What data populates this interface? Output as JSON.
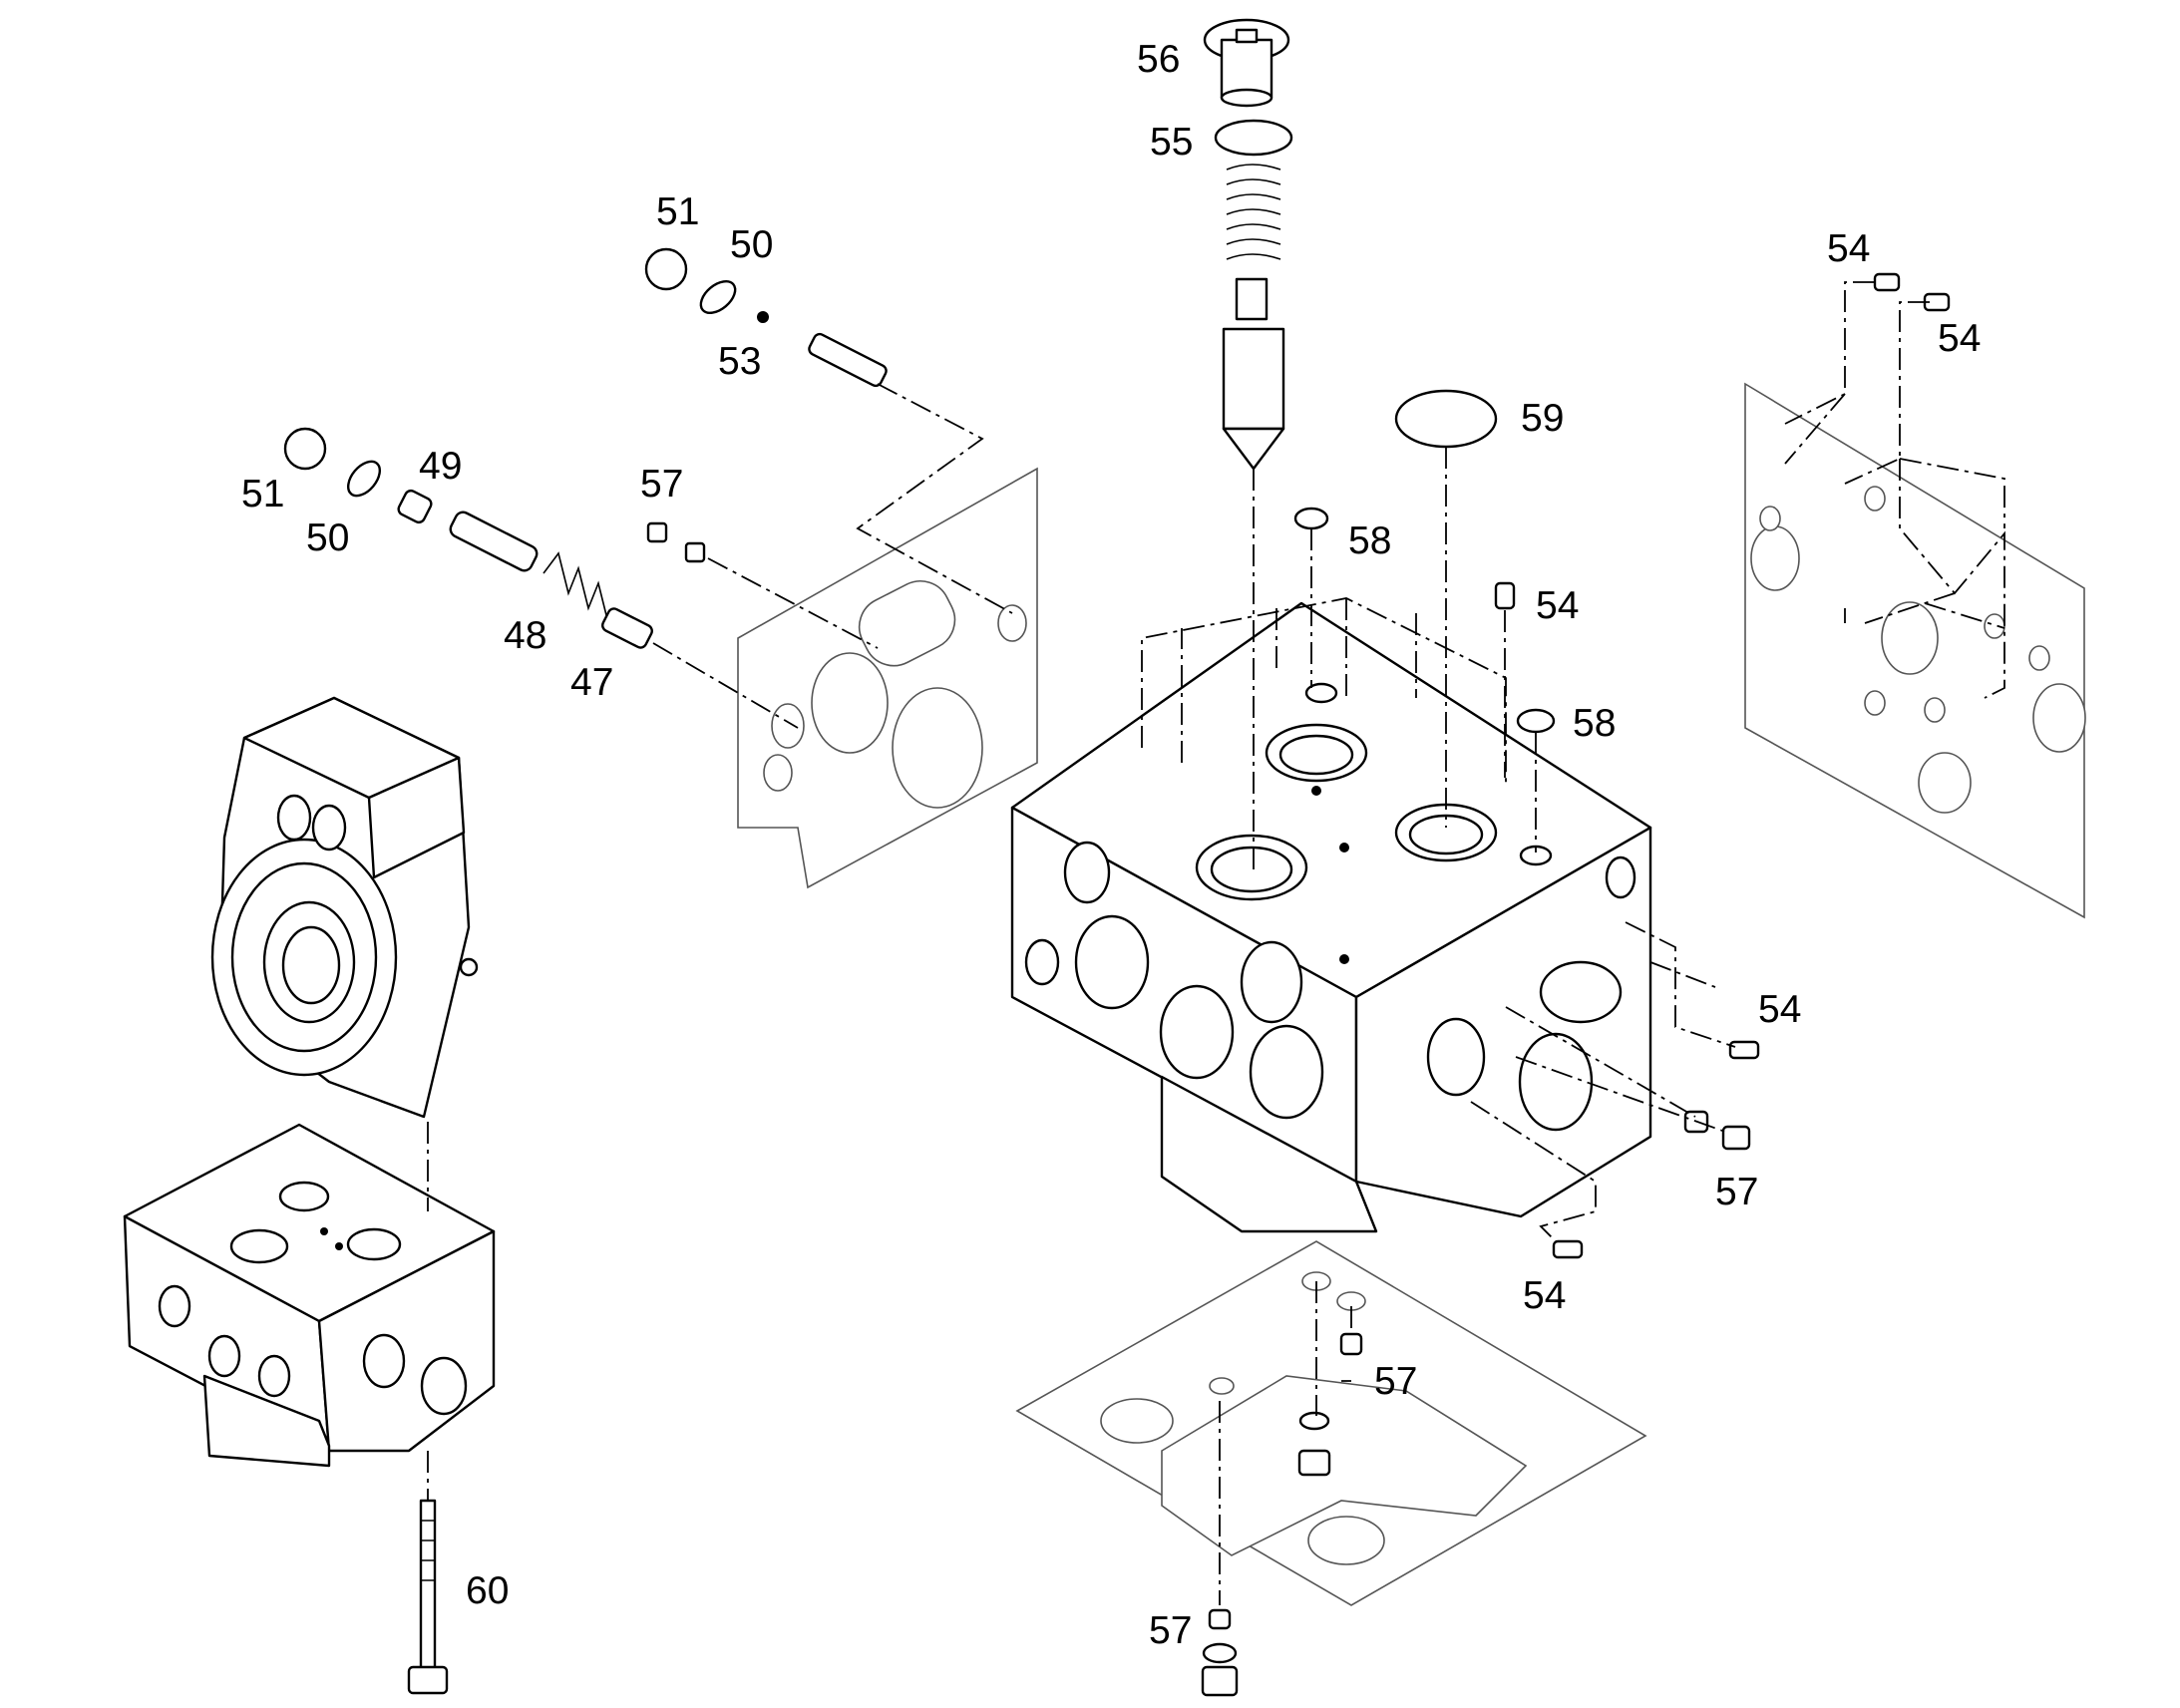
{
  "callouts": [
    "56",
    "55",
    "51",
    "50",
    "53",
    "59",
    "54",
    "54",
    "51",
    "49",
    "57",
    "58",
    "50",
    "48",
    "47",
    "54",
    "58",
    "54",
    "57",
    "54",
    "57",
    "60",
    "57"
  ],
  "colors": {
    "line": "#000000",
    "gasket": "#555555",
    "background": "#ffffff"
  }
}
